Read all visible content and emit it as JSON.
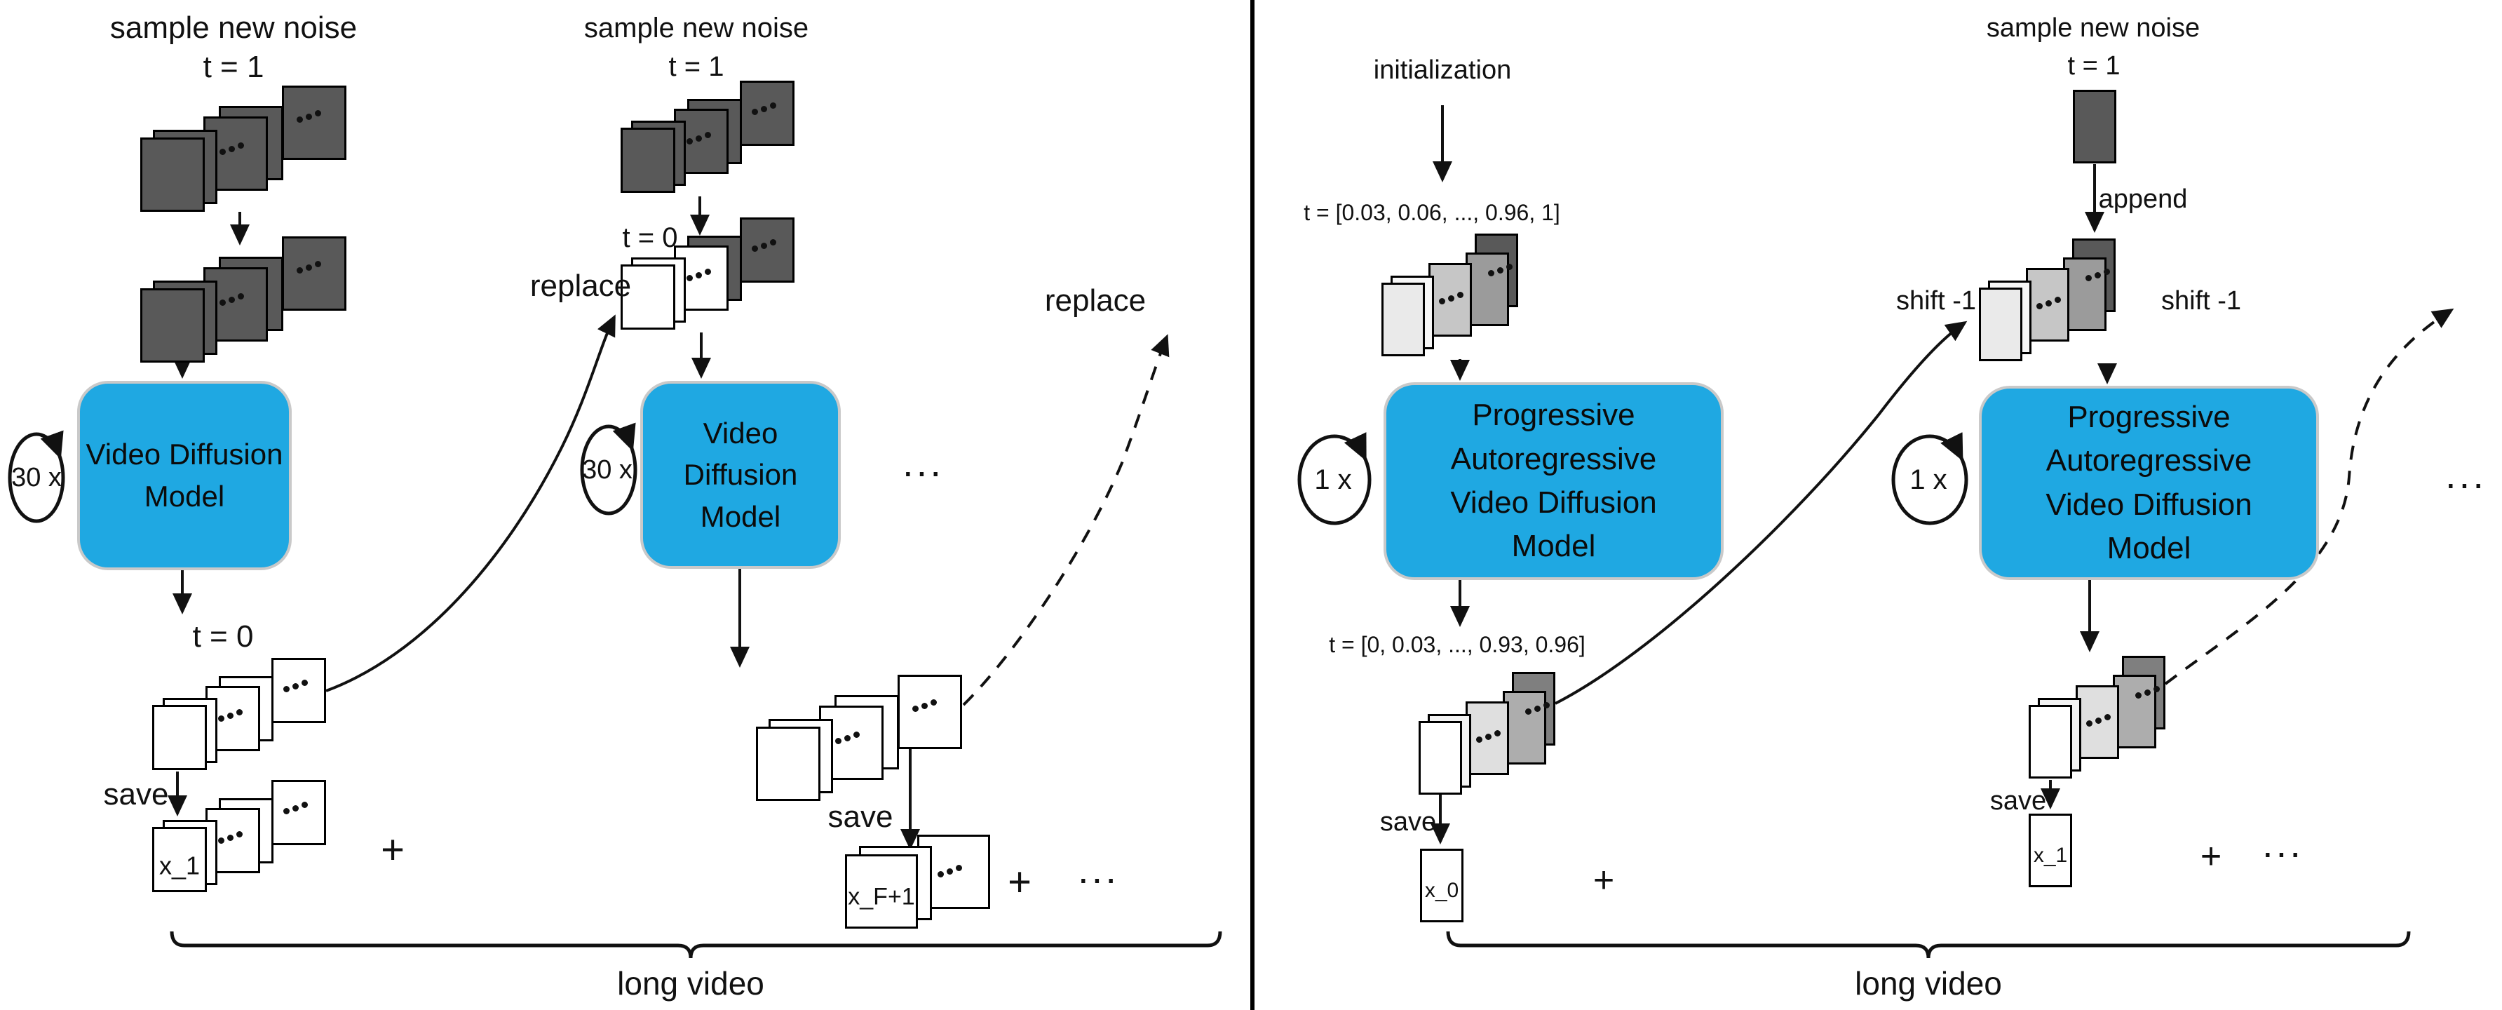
{
  "figure": "long video generation: standard video diffusion (left) vs progressive autoregressive video diffusion (right)",
  "colors": {
    "model_box_fill": "#1FA8E2",
    "model_box_border": "#C9C9C9",
    "frame_dark": "#595959",
    "frame_white": "#FFFFFF",
    "frame_gray_light": "#EAEAEA",
    "frame_gray_mid": "#C6C6C6",
    "frame_gray_deep": "#9B9B9B",
    "frame_out_back": "#7F7F7F",
    "line": "#111111",
    "background": "#FFFFFF"
  },
  "boxes": {
    "left_model": "Video Diffusion\nModel",
    "right_model": "Progressive\nAutoregressive\nVideo Diffusion\nModel"
  },
  "loops": {
    "left_1": "30 x",
    "left_2": "30 x",
    "right_1": "1 x",
    "right_2": "1 x"
  },
  "labels": {
    "l1_noise": "sample new noise",
    "l1_t1": "t = 1",
    "l1_t0": "t = 0",
    "l1_save": "save",
    "l1_plus": "+",
    "l1_replace": "replace",
    "l2_noise": "sample new noise",
    "l2_t1": "t = 1",
    "l2_t0": "t = 0",
    "l2_save": "save",
    "l2_plus": "+",
    "l2_replace": "replace",
    "left_long_video": "long video",
    "r1_init": "initialization",
    "r1_t_in": "t = [0.03, 0.06, ..., 0.96, 1]",
    "r1_t_out": "t = [0, 0.03, ..., 0.93, 0.96]",
    "r1_save": "save",
    "r1_plus": "+",
    "r1_shift": "shift -1",
    "r2_noise": "sample new noise",
    "r2_t1": "t = 1",
    "r2_append": "append",
    "r2_save": "save",
    "r2_plus": "+",
    "r2_shift": "shift -1",
    "right_long_video": "long video",
    "ellipsis_mid_left": "···",
    "ellipsis_mid_right": "···",
    "ellipsis_bottom_left": "···",
    "ellipsis_bottom_right": "···"
  },
  "stacks": {
    "l1_input_a": {
      "frames": [
        "#595959",
        "#595959",
        "#595959",
        "#595959",
        "#595959"
      ],
      "dots": true,
      "label": null
    },
    "l1_input_b": {
      "frames": [
        "#595959",
        "#595959",
        "#595959",
        "#595959",
        "#595959"
      ],
      "dots": true,
      "label": null
    },
    "l1_output": {
      "frames": [
        "#FFFFFF",
        "#FFFFFF",
        "#FFFFFF",
        "#FFFFFF",
        "#FFFFFF"
      ],
      "dots": true,
      "label": null
    },
    "l1_saved": {
      "frames": [
        "#FFFFFF",
        "#FFFFFF",
        "#FFFFFF",
        "#FFFFFF",
        "#FFFFFF"
      ],
      "dots": true,
      "label": "x_1",
      "label_size": 36
    },
    "l2_input": {
      "frames": [
        "#595959",
        "#595959",
        "#595959",
        "#595959",
        "#595959"
      ],
      "dots": true,
      "label": null
    },
    "l2_mixed": {
      "frames": [
        "#595959",
        "#595959",
        "#FFFFFF",
        "#FFFFFF",
        "#FFFFFF"
      ],
      "dots": true,
      "label": null
    },
    "l2_output": {
      "frames": [
        "#FFFFFF",
        "#FFFFFF",
        "#FFFFFF",
        "#FFFFFF",
        "#FFFFFF"
      ],
      "dots": true,
      "label": null
    },
    "l2_saved": {
      "frames": [
        "#FFFFFF",
        "#FFFFFF",
        "#FFFFFF"
      ],
      "dots": true,
      "label": "x_F+1",
      "label_size": 34
    },
    "r1_input": {
      "frames": [
        "#595959",
        "#9B9B9B",
        "#C6C6C6",
        "#F7F7F7",
        "#EAEAEA"
      ],
      "dots": true,
      "label": null
    },
    "r1_output": {
      "frames": [
        "#7F7F7F",
        "#ADADAD",
        "#DFDFDF",
        "#F2F2F2",
        "#FFFFFF"
      ],
      "dots": true,
      "label": null
    },
    "r2_noise_frame": {
      "frames": [
        "#595959"
      ],
      "dots": false,
      "label": null
    },
    "r2_input": {
      "frames": [
        "#595959",
        "#9B9B9B",
        "#C6C6C6",
        "#F7F7F7",
        "#EAEAEA"
      ],
      "dots": true,
      "label": null
    },
    "r2_output": {
      "frames": [
        "#7F7F7F",
        "#ADADAD",
        "#DFDFDF",
        "#F2F2F2",
        "#FFFFFF"
      ],
      "dots": true,
      "label": null
    },
    "r1_saved": {
      "frames": [
        "#FFFFFF"
      ],
      "dots": false,
      "label": "x_0",
      "label_size": 30
    },
    "r2_saved": {
      "frames": [
        "#FFFFFF"
      ],
      "dots": false,
      "label": "x_1",
      "label_size": 30
    }
  }
}
